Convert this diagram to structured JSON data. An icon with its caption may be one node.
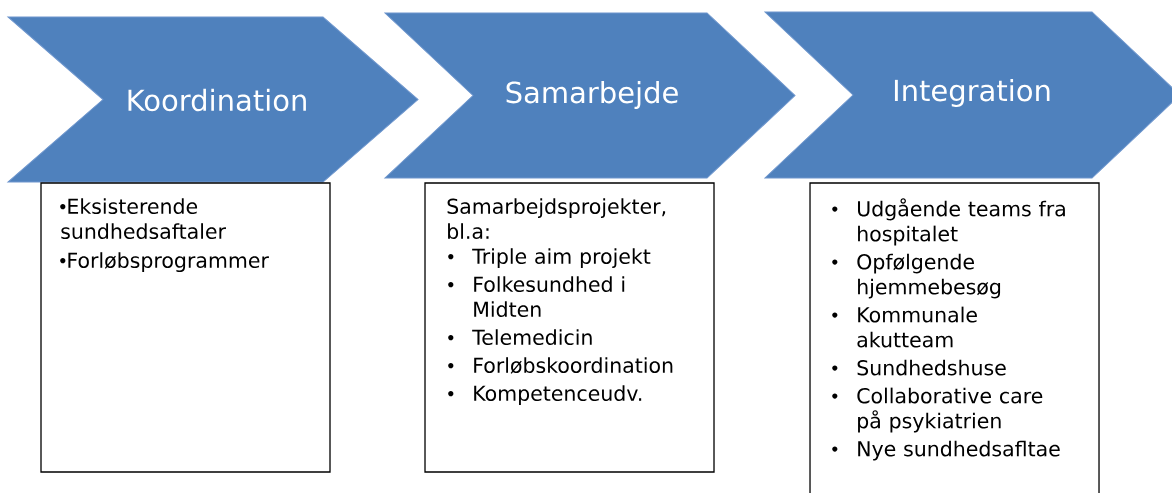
{
  "diagram": {
    "nodes": [
      {
        "text": [
          "Koordination"
        ]
      },
      {
        "text": [
          "Samarbejde"
        ]
      },
      {
        "text": [
          "Integration"
        ]
      },
      {
        "text": [
          "Eksisterende sundhedsaftaler",
          "Forløbsprogrammer"
        ]
      },
      {
        "text": [
          "Samarbejdsprojekter, bl.a:",
          "Triple aim projekt",
          "Folkesundhed i Midten",
          "Telemedicin",
          "Forløbskoordination",
          "Kompetenceudv."
        ]
      },
      {
        "text": [
          "Udgående teams fra hospitalet",
          "Opfølgende hjemmebesøg",
          "Kommunale akutteam",
          "Sundhedshuse",
          "Collaborative care på psykiatrien",
          "Nye sundhedsafltae"
        ]
      }
    ]
  }
}
